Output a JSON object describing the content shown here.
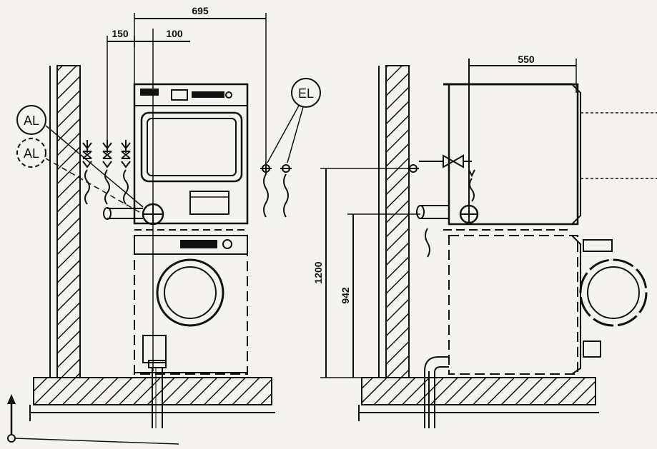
{
  "dimensions": {
    "overall_width": "695",
    "offset_150": "150",
    "offset_100": "100",
    "depth": "550",
    "height_1200": "1200",
    "height_942": "942"
  },
  "callouts": {
    "al": "AL",
    "al_dashed": "AL",
    "el": "EL"
  },
  "icons": {
    "tap": "valve-icon",
    "drain": "drain-pipe-icon",
    "socket": "electrical-socket-icon",
    "level": "level-arrow-icon"
  }
}
